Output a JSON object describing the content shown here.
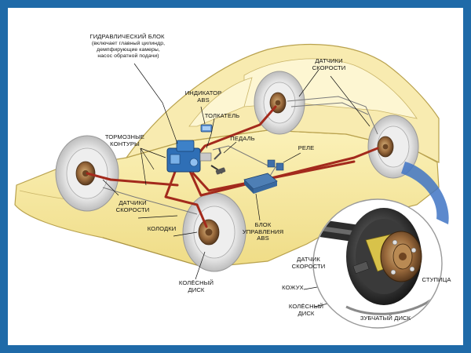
{
  "colors": {
    "frame": "#1f6aa8",
    "car_body": "#f5e8a0",
    "brake_line": "#a32a1c",
    "hydraulic_unit": "#2f6fb6",
    "signal_line": "#4e7fb5"
  },
  "labels": {
    "hydraulic_unit": "ГИДРАВЛИЧЕСКИЙ БЛОК",
    "hydraulic_unit_note": "(включает главный цилиндр,\nдемпфирующие камеры,\nнасос обратной подачи)",
    "abs_indicator": "ИНДИКАТОР\nABS",
    "pusher": "ТОЛКАТЕЛЬ",
    "brake_circuits": "ТОРМОЗНЫЕ\nКОНТУРЫ",
    "pedal": "ПЕДАЛЬ",
    "relay": "РЕЛЕ",
    "speed_sensors_top": "ДАТЧИКИ\nСКОРОСТИ",
    "speed_sensors_left": "ДАТЧИКИ\nСКОРОСТИ",
    "pads": "КОЛОДКИ",
    "wheel_disc": "КОЛЁСНЫЙ\nДИСК",
    "abs_control_unit": "БЛОК\nУПРАВЛЕНИЯ\nABS",
    "speed_sensor": "ДАТЧИК\nСКОРОСТИ",
    "casing": "КОЖУХ",
    "hub": "СТУПИЦА",
    "wheel_disc_inset": "КОЛЁСНЫЙ\nДИСК",
    "toothed_disc": "ЗУБЧАТЫЙ ДИСК"
  }
}
